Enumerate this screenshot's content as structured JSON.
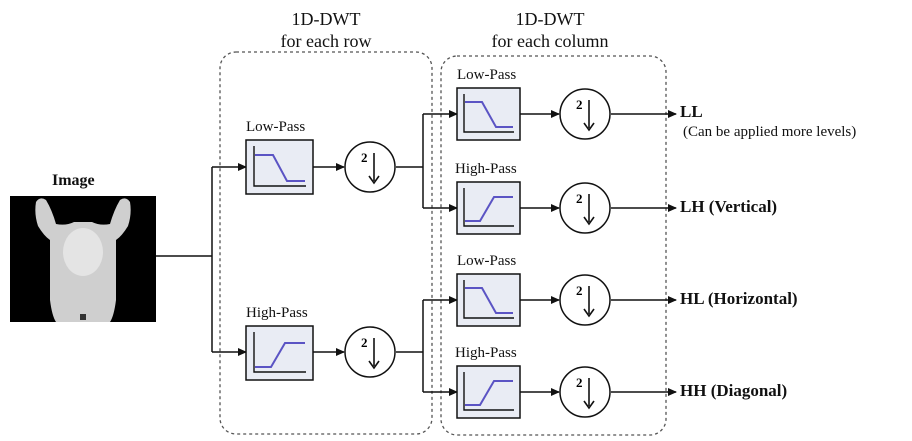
{
  "stage1": {
    "title": "1D-DWT",
    "subtitle": "for each row"
  },
  "stage2": {
    "title": "1D-DWT",
    "subtitle": "for each column"
  },
  "input": {
    "label": "Image"
  },
  "filters": {
    "low": "Low-Pass",
    "high": "High-Pass"
  },
  "downsample": {
    "factor": "2"
  },
  "outputs": {
    "ll": "LL",
    "ll_note": "(Can be applied more levels)",
    "lh": "LH (Vertical)",
    "hl": "HL (Horizontal)",
    "hh": "HH (Diagonal)"
  },
  "colors": {
    "line": "#111111",
    "filter_box": "#e9ecf4",
    "curve": "#5b54c4",
    "group_border": "#555555"
  }
}
